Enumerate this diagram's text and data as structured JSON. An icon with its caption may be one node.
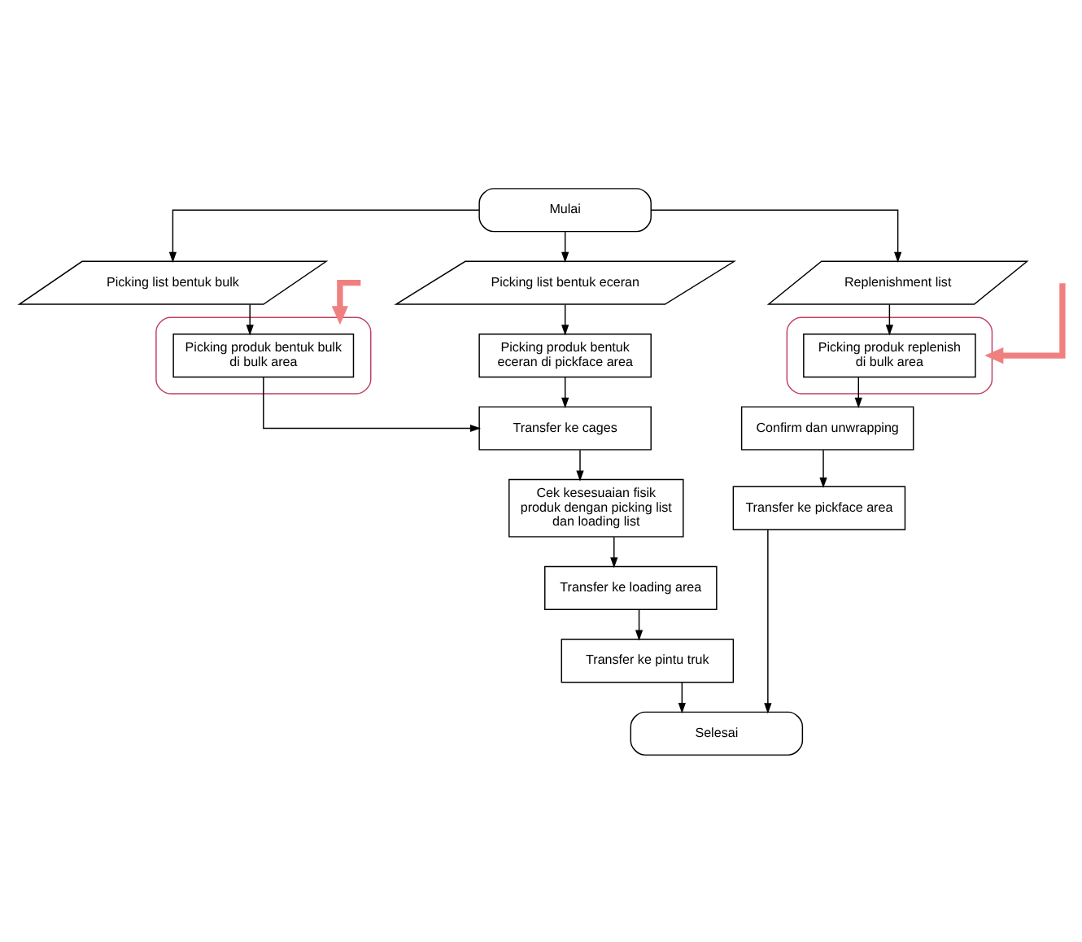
{
  "diagram": {
    "nodes": [
      {
        "text": [
          "Mulai"
        ]
      },
      {
        "text": [
          "Picking list bentuk bulk"
        ]
      },
      {
        "text": [
          "Picking list bentuk eceran"
        ]
      },
      {
        "text": [
          "Replenishment list"
        ]
      },
      {
        "text": [],
        "shape": "ellipse"
      },
      {
        "text": [
          "Picking produk bentuk bulk di bulk area"
        ],
        "in": 4
      },
      {
        "text": [
          "Picking produk bentuk eceran di pickface area"
        ]
      },
      {
        "text": [],
        "shape": "ellipse"
      },
      {
        "text": [
          "Picking produk replenish di bulk area"
        ],
        "in": 7
      },
      {
        "text": [
          "Transfer ke cages"
        ]
      },
      {
        "text": [
          "Cek kesesuaian fisik produk dengan picking list dan loading list"
        ]
      },
      {
        "text": [
          "Transfer ke loading area"
        ]
      },
      {
        "text": [
          "Transfer ke pintu truk"
        ]
      },
      {
        "text": [
          "Confirm dan unwrapping"
        ]
      },
      {
        "text": [
          "Transfer ke pickface area"
        ]
      },
      {
        "text": [
          "Selesai"
        ]
      }
    ],
    "edges": [
      {
        "from": 0,
        "to": 1,
        "arrow": "to"
      },
      {
        "from": 0,
        "to": 2,
        "arrow": "to"
      },
      {
        "from": 0,
        "to": 3,
        "arrow": "to"
      },
      {
        "from": 1,
        "to": 5,
        "arrow": "to"
      },
      {
        "from": 2,
        "to": 6,
        "arrow": "to"
      },
      {
        "from": 5,
        "to": 9,
        "arrow": "to"
      },
      {
        "from": 6,
        "to": 9,
        "arrow": "to"
      },
      {
        "from": 3,
        "to": 8,
        "arrow": "to"
      },
      {
        "from": 9,
        "to": 10,
        "arrow": "to"
      },
      {
        "from": 10,
        "to": 11,
        "arrow": "to"
      },
      {
        "from": 11,
        "to": 12,
        "arrow": "to"
      },
      {
        "from": 8,
        "to": 13,
        "arrow": "to"
      },
      {
        "from": 13,
        "to": 14,
        "arrow": "to"
      },
      {
        "from": 12,
        "to": 15,
        "arrow": "to"
      },
      {
        "from": 14,
        "to": 15,
        "arrow": "to"
      },
      {
        "from": null,
        "to": 4,
        "arrow": "to",
        "style": "thick",
        "color": "#f08080"
      },
      {
        "from": null,
        "to": 7,
        "arrow": "to",
        "style": "thick",
        "color": "#f08080"
      }
    ]
  }
}
